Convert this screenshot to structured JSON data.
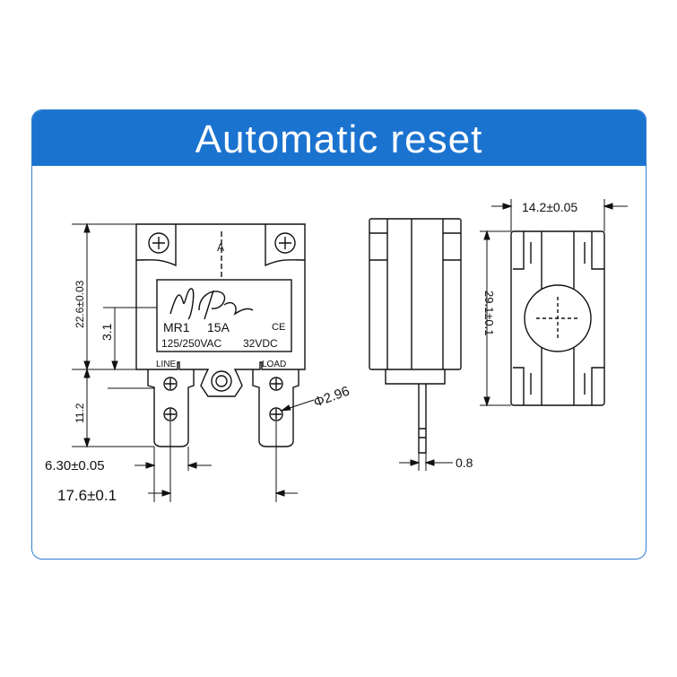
{
  "header": {
    "title": "Automatic reset"
  },
  "front": {
    "arrow_mark": "A",
    "logo": "M P",
    "model": "MR1",
    "current": "15A",
    "ac_rating": "125/250VAC",
    "dc_rating": "32VDC",
    "ce_mark": "CE",
    "terminal_left": "LINE",
    "terminal_right": "LOAD"
  },
  "dimensions": {
    "height_body": "22.6±0.03",
    "offset_small": "3.1",
    "terminal_length": "11.2",
    "terminal_width": "6.30±0.05",
    "terminal_spacing": "17.6±0.1",
    "hole_diameter": "Φ2.96",
    "terminal_thickness": "0.8",
    "depth": "14.2±0.05",
    "back_height": "29.1±0.1"
  }
}
